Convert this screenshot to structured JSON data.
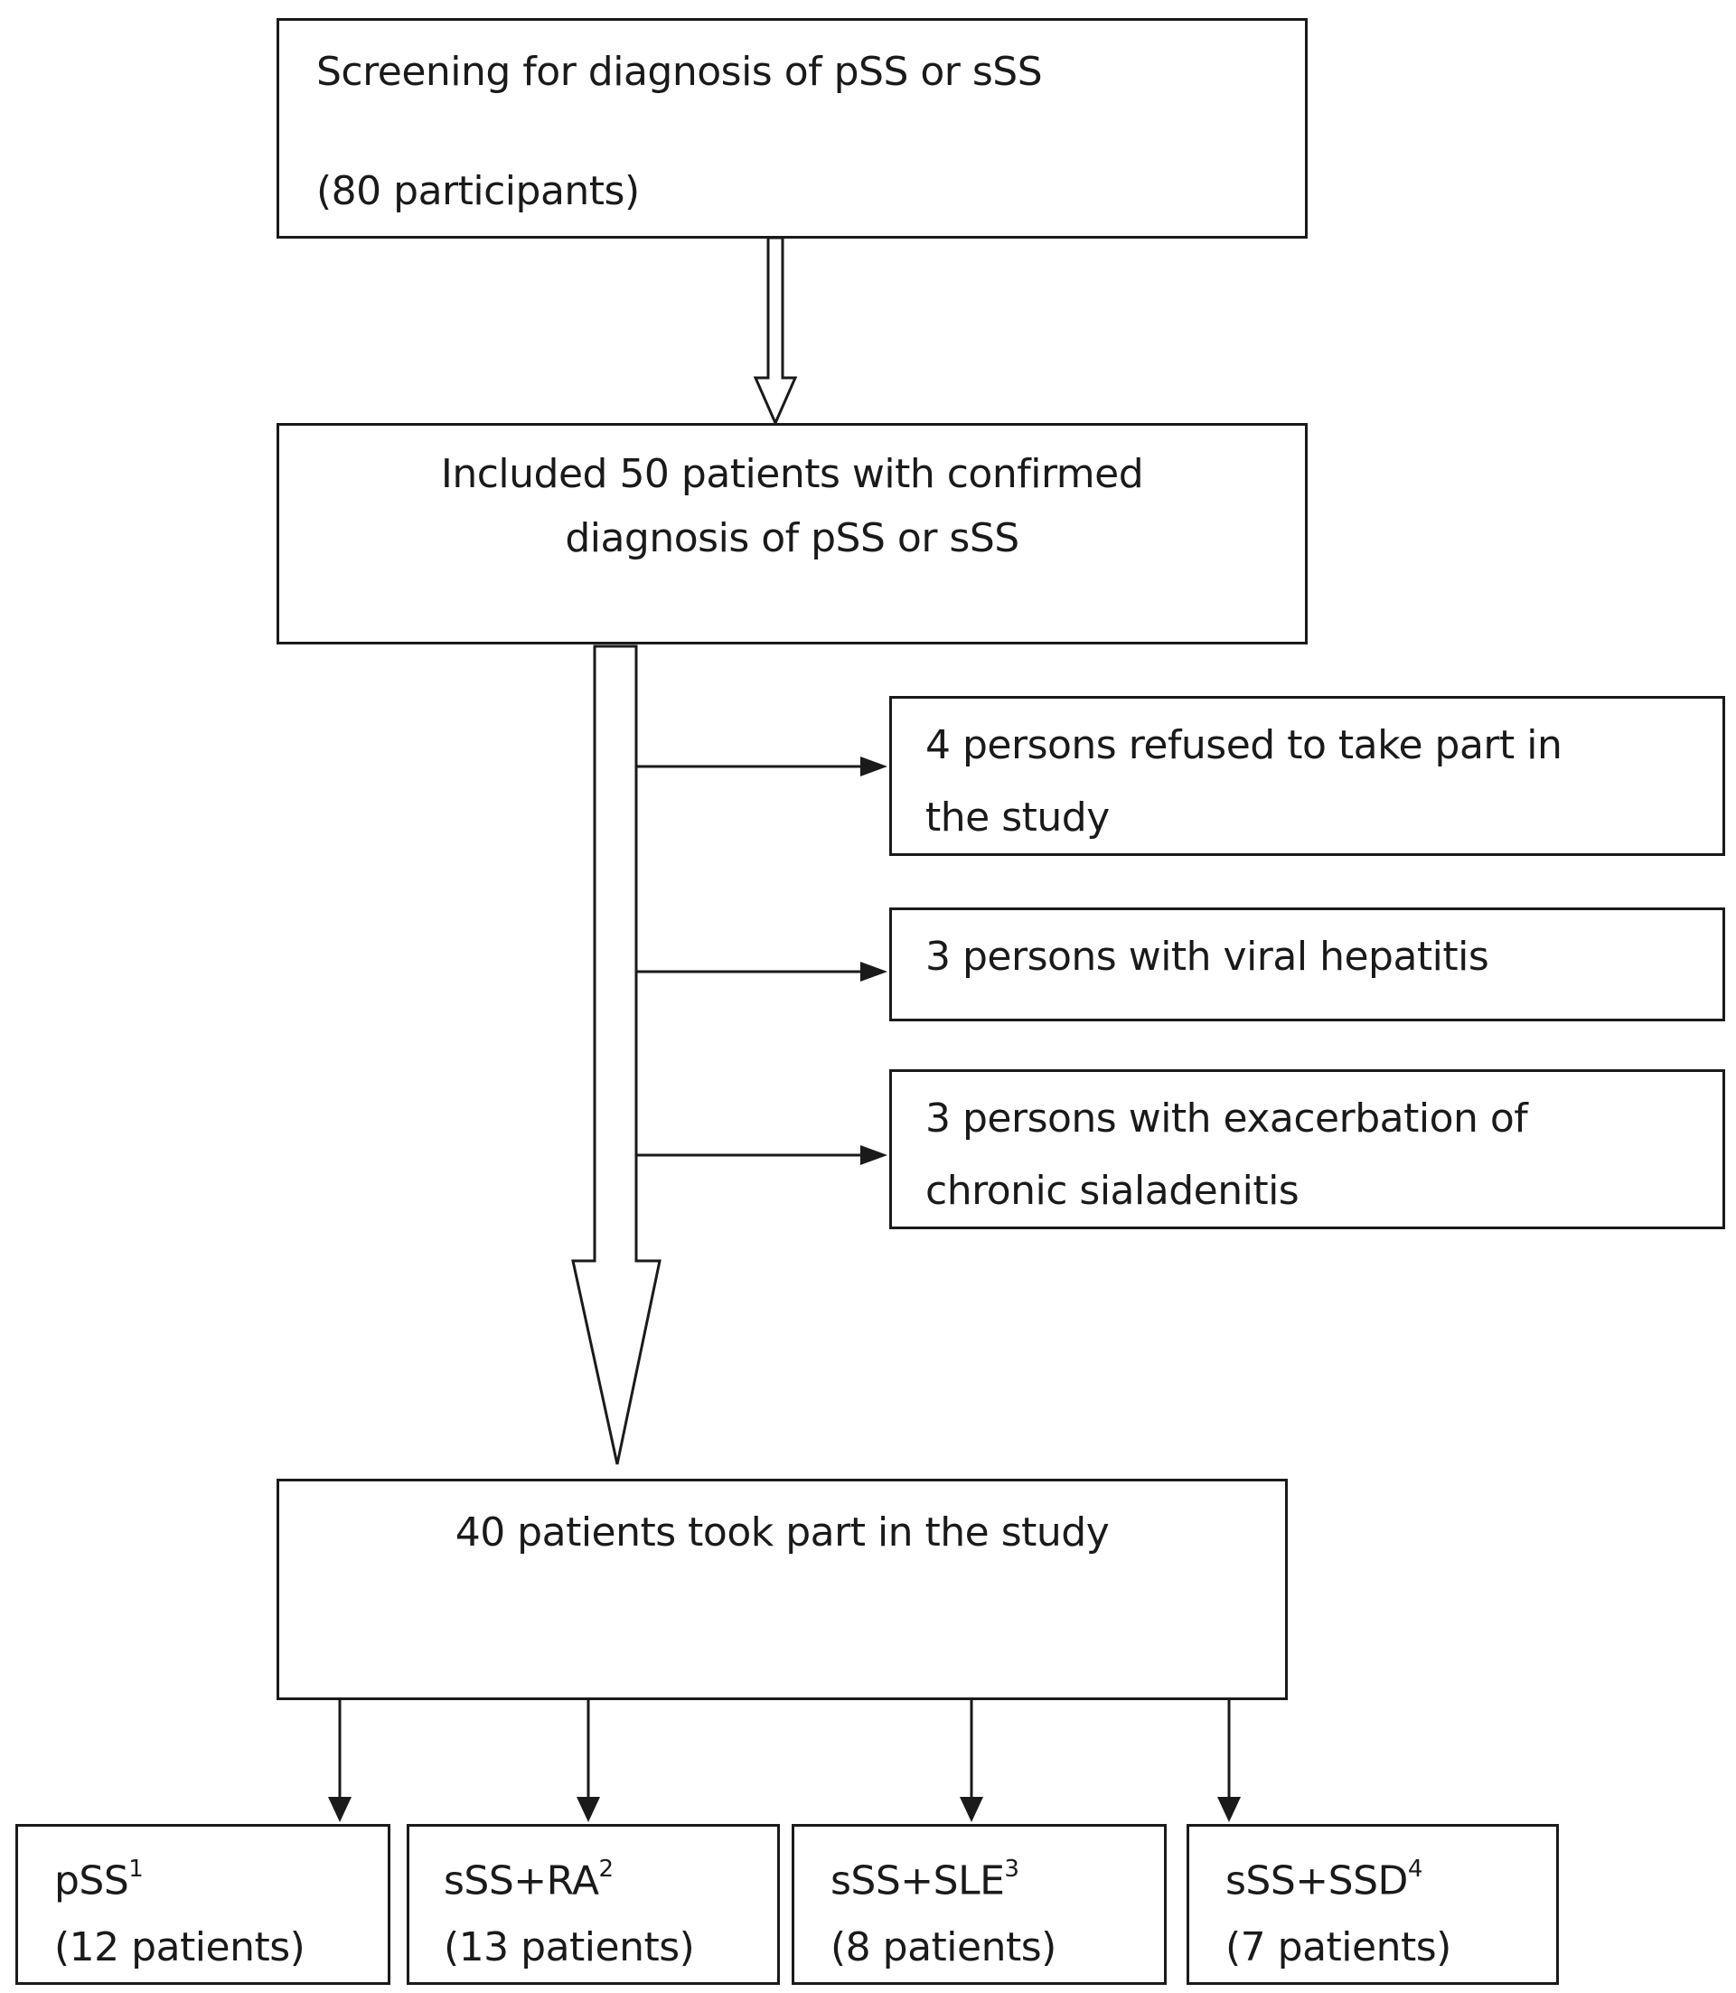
{
  "nodes": {
    "screening": {
      "line1": "Screening for diagnosis of pSS or sSS",
      "line2": "(80 participants)"
    },
    "included": {
      "line1": "Included 50 patients with confirmed",
      "line2": "diagnosis of pSS or sSS"
    },
    "refused": {
      "line1": "4 persons refused to take part in",
      "line2": "the study"
    },
    "hepatitis": {
      "line1": "3 persons with viral hepatitis"
    },
    "sialadenitis": {
      "line1": "3 persons with exacerbation of",
      "line2": "chronic sialadenitis"
    },
    "study": {
      "line1": "40 patients took part in the study"
    },
    "groups": [
      {
        "label": "pSS",
        "note": "1",
        "count": "(12 patients)"
      },
      {
        "label": "sSS+RA",
        "note": "2",
        "count": "(13 patients)"
      },
      {
        "label": "sSS+SLE",
        "note": "3",
        "count": "(8 patients)"
      },
      {
        "label": "sSS+SSD",
        "note": "4",
        "count": "(7 patients)"
      }
    ]
  }
}
